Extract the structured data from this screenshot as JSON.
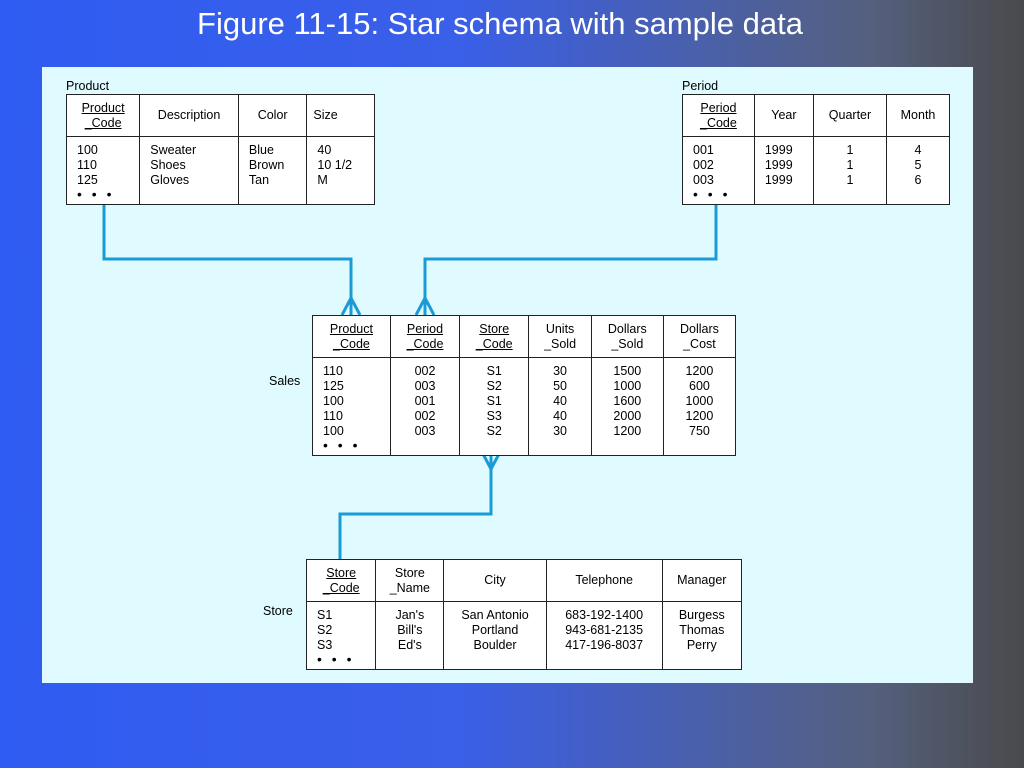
{
  "title": "Figure 11-15: Star schema with sample data",
  "product": {
    "label": "Product",
    "headers": {
      "code_line1": "Product",
      "code_line2": "_Code",
      "description": "Description",
      "color": "Color",
      "size": "Size"
    },
    "codes": [
      "100",
      "110",
      "125"
    ],
    "descriptions": [
      "Sweater",
      "Shoes",
      "Gloves"
    ],
    "colors": [
      "Blue",
      "Brown",
      "Tan"
    ],
    "sizes": [
      "40",
      "10 1/2",
      "M"
    ],
    "more": "• • •"
  },
  "period": {
    "label": "Period",
    "headers": {
      "code_line1": "Period",
      "code_line2": "_Code",
      "year": "Year",
      "quarter": "Quarter",
      "month": "Month"
    },
    "codes": [
      "001",
      "002",
      "003"
    ],
    "years": [
      "1999",
      "1999",
      "1999"
    ],
    "quarters": [
      "1",
      "1",
      "1"
    ],
    "months": [
      "4",
      "5",
      "6"
    ],
    "more": "• • •"
  },
  "sales": {
    "label": "Sales",
    "headers": {
      "product_code_1": "Product",
      "product_code_2": "_Code",
      "period_code_1": "Period",
      "period_code_2": "_Code",
      "store_code_1": "Store",
      "store_code_2": "_Code",
      "units_sold_1": "Units",
      "units_sold_2": "_Sold",
      "dollars_sold_1": "Dollars",
      "dollars_sold_2": "_Sold",
      "dollars_cost_1": "Dollars",
      "dollars_cost_2": "_Cost"
    },
    "product_codes": [
      "110",
      "125",
      "100",
      "110",
      "100"
    ],
    "period_codes": [
      "002",
      "003",
      "001",
      "002",
      "003"
    ],
    "store_codes": [
      "S1",
      "S2",
      "S1",
      "S3",
      "S2"
    ],
    "units_sold": [
      "30",
      "50",
      "40",
      "40",
      "30"
    ],
    "dollars_sold": [
      "1500",
      "1000",
      "1600",
      "2000",
      "1200"
    ],
    "dollars_cost": [
      "1200",
      "600",
      "1000",
      "1200",
      "750"
    ],
    "more": "• • •"
  },
  "store": {
    "label": "Store",
    "headers": {
      "code_line1": "Store",
      "code_line2": "_Code",
      "name_line1": "Store",
      "name_line2": "_Name",
      "city": "City",
      "telephone": "Telephone",
      "manager": "Manager"
    },
    "codes": [
      "S1",
      "S2",
      "S3"
    ],
    "names": [
      "Jan's",
      "Bill's",
      "Ed's"
    ],
    "cities": [
      "San Antonio",
      "Portland",
      "Boulder"
    ],
    "telephones": [
      "683-192-1400",
      "943-681-2135",
      "417-196-8037"
    ],
    "managers": [
      "Burgess",
      "Thomas",
      "Perry"
    ],
    "more": "• • •"
  },
  "colors": {
    "connector": "#1a9bd6",
    "panel": "#dffbff",
    "background_left": "#2f5cf2",
    "background_right": "#4a4a4c"
  }
}
